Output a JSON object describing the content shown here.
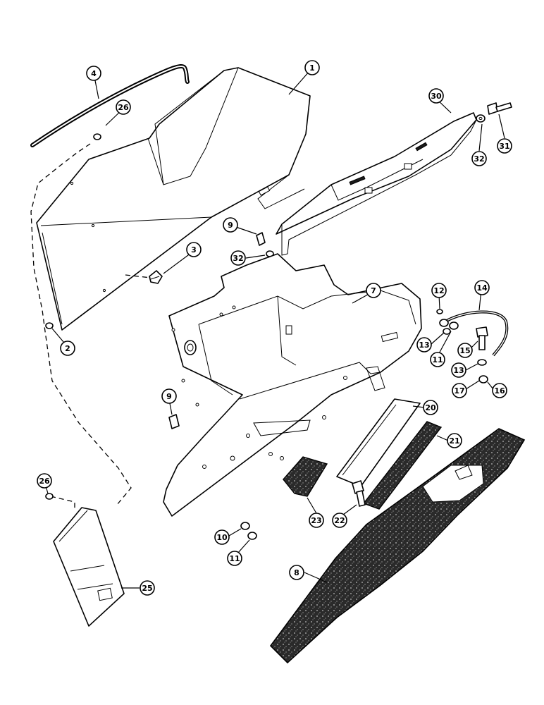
{
  "callouts": [
    {
      "id": "c1",
      "label": "1"
    },
    {
      "id": "c4",
      "label": "4"
    },
    {
      "id": "c26a",
      "label": "26"
    },
    {
      "id": "c30",
      "label": "30"
    },
    {
      "id": "c31",
      "label": "31"
    },
    {
      "id": "c32a",
      "label": "32"
    },
    {
      "id": "c9a",
      "label": "9"
    },
    {
      "id": "c32b",
      "label": "32"
    },
    {
      "id": "c3",
      "label": "3"
    },
    {
      "id": "c7",
      "label": "7"
    },
    {
      "id": "c12",
      "label": "12"
    },
    {
      "id": "c14",
      "label": "14"
    },
    {
      "id": "c13a",
      "label": "13"
    },
    {
      "id": "c11a",
      "label": "11"
    },
    {
      "id": "c15",
      "label": "15"
    },
    {
      "id": "c13b",
      "label": "13"
    },
    {
      "id": "c17",
      "label": "17"
    },
    {
      "id": "c16",
      "label": "16"
    },
    {
      "id": "c2",
      "label": "2"
    },
    {
      "id": "c9b",
      "label": "9"
    },
    {
      "id": "c20",
      "label": "20"
    },
    {
      "id": "c21",
      "label": "21"
    },
    {
      "id": "c26b",
      "label": "26"
    },
    {
      "id": "c23",
      "label": "23"
    },
    {
      "id": "c22",
      "label": "22"
    },
    {
      "id": "c10",
      "label": "10"
    },
    {
      "id": "c11b",
      "label": "11"
    },
    {
      "id": "c8",
      "label": "8"
    },
    {
      "id": "c25",
      "label": "25"
    }
  ]
}
